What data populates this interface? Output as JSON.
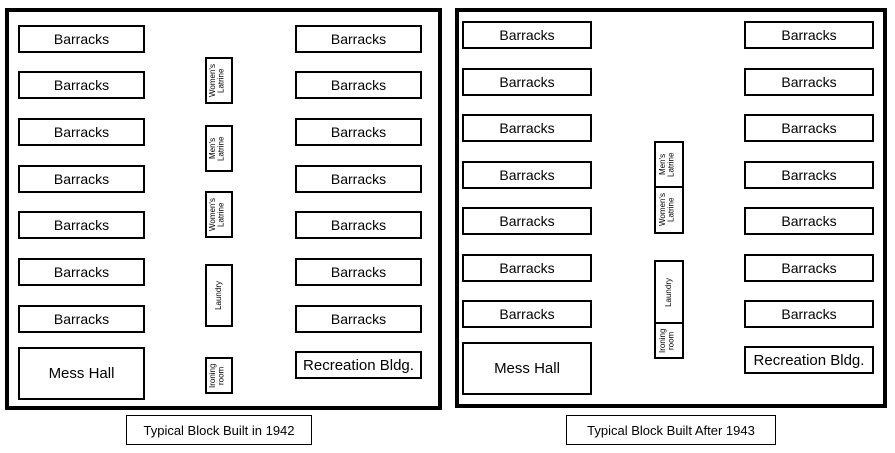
{
  "block_1942": {
    "caption": "Typical Block Built in 1942",
    "left_column": [
      "Barracks",
      "Barracks",
      "Barracks",
      "Barracks",
      "Barracks",
      "Barracks",
      "Barracks"
    ],
    "mess_hall": "Mess Hall",
    "right_column": [
      "Barracks",
      "Barracks",
      "Barracks",
      "Barracks",
      "Barracks",
      "Barracks",
      "Barracks"
    ],
    "recreation": "Recreation Bldg.",
    "center": {
      "womens_latrine_1": "Women's Latrine",
      "mens_latrine": "Men's Latrine",
      "womens_latrine_2": "Women's Latrine",
      "laundry": "Laundry",
      "ironing_room": "Ironing room"
    }
  },
  "block_1943": {
    "caption": "Typical Block Built After 1943",
    "left_column": [
      "Barracks",
      "Barracks",
      "Barracks",
      "Barracks",
      "Barracks",
      "Barracks",
      "Barracks"
    ],
    "mess_hall": "Mess Hall",
    "right_column": [
      "Barracks",
      "Barracks",
      "Barracks",
      "Barracks",
      "Barracks",
      "Barracks",
      "Barracks"
    ],
    "recreation": "Recreation Bldg.",
    "center": {
      "mens_latrine": "Men's Latrine",
      "womens_latrine": "Women's Latrine",
      "laundry": "Laundry",
      "ironing_room": "Ironing room"
    }
  }
}
